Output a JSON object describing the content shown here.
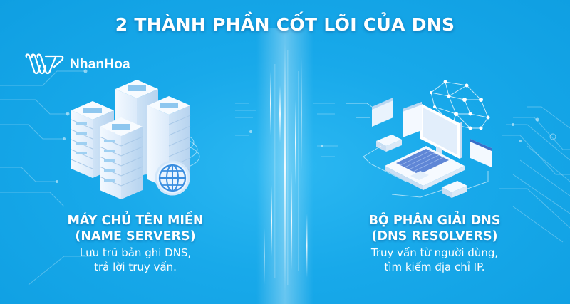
{
  "title": "2 THÀNH PHẦN CỐT LÕI CỦA DNS",
  "brand": {
    "name": "NhanHoa",
    "logo_icon": "nhanhoa-logo-icon"
  },
  "components": [
    {
      "heading_line1": "MÁY CHỦ TÊN MIỀN",
      "heading_line2": "(NAME SERVERS)",
      "desc_line1": "Lưu trữ bản ghi DNS,",
      "desc_line2": "trả lời truy vấn.",
      "illustration": "server-rack-globe-icon"
    },
    {
      "heading_line1": "BỘ PHÂN GIẢI DNS",
      "heading_line2": "(DNS RESOLVERS)",
      "desc_line1": "Truy vấn từ người dùng,",
      "desc_line2": "tìm kiếm địa chỉ IP.",
      "illustration": "computer-network-icon"
    }
  ],
  "colors": {
    "background": "#16a8e8",
    "text": "#ffffff",
    "device_face": "#eef6fd",
    "device_side": "#c9e0f5",
    "accent_blue": "#3a8ee0"
  }
}
